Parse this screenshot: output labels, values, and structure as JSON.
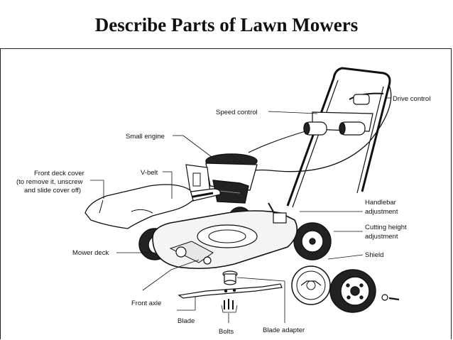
{
  "title": "Describe Parts of Lawn Mowers",
  "labels": {
    "drive_control": "Drive control",
    "speed_control": "Speed control",
    "small_engine": "Small engine",
    "front_deck_cover_1": "Front deck cover",
    "front_deck_cover_2": "(to remove it, unscrew",
    "front_deck_cover_3": "and slide cover off)",
    "v_belt": "V-belt",
    "handlebar_adjustment_1": "Handlebar",
    "handlebar_adjustment_2": "adjustment",
    "cutting_height_1": "Cutting height",
    "cutting_height_2": "adjustment",
    "mower_deck": "Mower deck",
    "shield": "Shield",
    "front_axle": "Front axle",
    "blade": "Blade",
    "bolts": "Bolts",
    "blade_adapter": "Blade adapter"
  }
}
